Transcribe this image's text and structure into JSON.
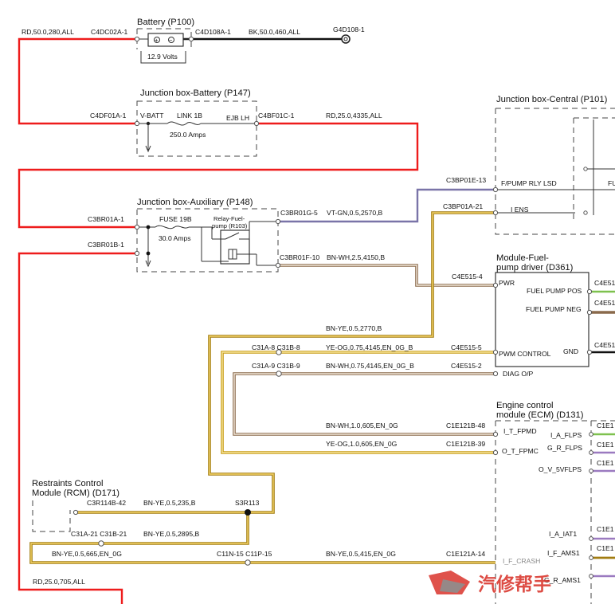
{
  "colors": {
    "red": "#ee1c1c",
    "black": "#111111",
    "vt_gn": "#7a74a8",
    "bn_wh_outer": "#8a6a4c",
    "bn_wh_inner": "#f3e9dc",
    "bn_ye_outer": "#a27c10",
    "bn_ye_inner": "#f3d36a",
    "ye_og_outer": "#c79a12",
    "ye_og_inner": "#f7e6a0",
    "green_stub": "#7ec14e",
    "purple_stub": "#9b7ac0",
    "watermark_red": "#d9342b",
    "watermark_gray": "#8e8e8e"
  },
  "icons": {
    "connector": "connector-circle-icon",
    "ground": "ground-ring-icon",
    "fuse": "fuse-icon",
    "relay": "relay-icon",
    "battery": "battery-icon",
    "splice": "splice-dot-icon"
  },
  "components": {
    "battery": {
      "title": "Battery (P100)",
      "voltage": "12.9 Volts",
      "plus": "+",
      "minus": "−"
    },
    "jb_battery": {
      "title": "Junction box-Battery (P147)",
      "vbatt": "V-BATT",
      "link": "LINK 1B",
      "amps": "250.0 Amps",
      "ejb": "EJB LH"
    },
    "jb_aux": {
      "title": "Junction box-Auxiliary (P148)",
      "fuse": "FUSE 19B",
      "amps": "30.0 Amps",
      "relay_line1": "Relay-Fuel-",
      "relay_line2": "pump (R103)"
    },
    "jb_central": {
      "title": "Junction box-Central (P101)",
      "pin_fpump": "F/PUMP RLY LSD",
      "pin_iens": "I ENS",
      "cut_text": "FU"
    },
    "fp_driver": {
      "title_line1": "Module-Fuel-",
      "title_line2": "pump driver (D361)",
      "pwr": "PWR",
      "fuel_pos": "FUEL PUMP POS",
      "fuel_neg": "FUEL PUMP NEG",
      "pwm": "PWM CONTROL",
      "diag": "DIAG O/P",
      "gnd": "GND"
    },
    "ecm": {
      "title_line1": "Engine control",
      "title_line2": "module (ECM) (D131)",
      "i_t_fpmd": "I_T_FPMD",
      "o_t_fpmc": "O_T_FPMC",
      "i_a_flps": "I_A_FLPS",
      "g_r_flps": "G_R_FLPS",
      "o_v_5vflps": "O_V_5VFLPS",
      "i_a_iat1": "I_A_IAT1",
      "i_f_ams1": "I_F_AMS1",
      "i_f_crash": "I_F_CRASH",
      "g_r_ams1": "G_R_AMS1"
    },
    "rcm": {
      "title_line1": "Restraints Control",
      "title_line2": "Module (RCM) (D171)"
    }
  },
  "connectors": {
    "c4dc02a_1": "C4DC02A-1",
    "c4d108a_1": "C4D108A-1",
    "g4d108_1": "G4D108-1",
    "c4df01a_1": "C4DF01A-1",
    "c4bf01c_1": "C4BF01C-1",
    "c3bp01e_13": "C3BP01E-13",
    "c3bp01a_21": "C3BP01A-21",
    "c3br01a_1": "C3BR01A-1",
    "c3br01g_5": "C3BR01G-5",
    "c3br01b_1": "C3BR01B-1",
    "c3br01f_10": "C3BR01F-10",
    "c4e515_4": "C4E515-4",
    "c4e515_5": "C4E515-5",
    "c4e515_2": "C4E515-2",
    "c31a8_c31b8": "C31A-8 C31B-8",
    "c31a9_c31b9": "C31A-9 C31B-9",
    "c1e121b_48": "C1E121B-48",
    "c1e121b_39": "C1E121B-39",
    "c3r114b_42": "C3R114B-42",
    "s3r113": "S3R113",
    "c31a21_c31b21": "C31A-21 C31B-21",
    "c11n15_c11p15": "C11N-15 C11P-15",
    "c1e121a_14": "C1E121A-14",
    "c4e51_pos": "C4E51",
    "c4e51_neg": "C4E51",
    "c4e51_gnd": "C4E51",
    "c1e1_a": "C1E1",
    "c1e1_b": "C1E1",
    "c1e1_c": "C1E1",
    "c1e1_d": "C1E1",
    "c1e1_e": "C1E1"
  },
  "wires": {
    "w_rd_50_280": "RD,50.0,280,ALL",
    "w_bk_50_460": "BK,50.0,460,ALL",
    "w_rd_25_4335": "RD,25.0,4335,ALL",
    "w_vtgn": "VT-GN,0.5,2570,B",
    "w_bnwh_25": "BN-WH,2.5,4150,B",
    "w_bnye_2770": "BN-YE,0.5,2770,B",
    "w_yeog_075": "YE-OG,0.75,4145,EN_0G_B",
    "w_bnwh_075": "BN-WH,0.75,4145,EN_0G_B",
    "w_bnwh_1": "BN-WH,1.0,605,EN_0G",
    "w_yeog_1": "YE-OG,1.0,605,EN_0G",
    "w_bnye_235": "BN-YE,0.5,235,B",
    "w_bnye_2895": "BN-YE,0.5,2895,B",
    "w_bnye_665": "BN-YE,0.5,665,EN_0G",
    "w_bnye_415": "BN-YE,0.5,415,EN_0G",
    "w_rd_25_705": "RD,25.0,705,ALL"
  },
  "watermark": {
    "text": "汽修帮手"
  }
}
